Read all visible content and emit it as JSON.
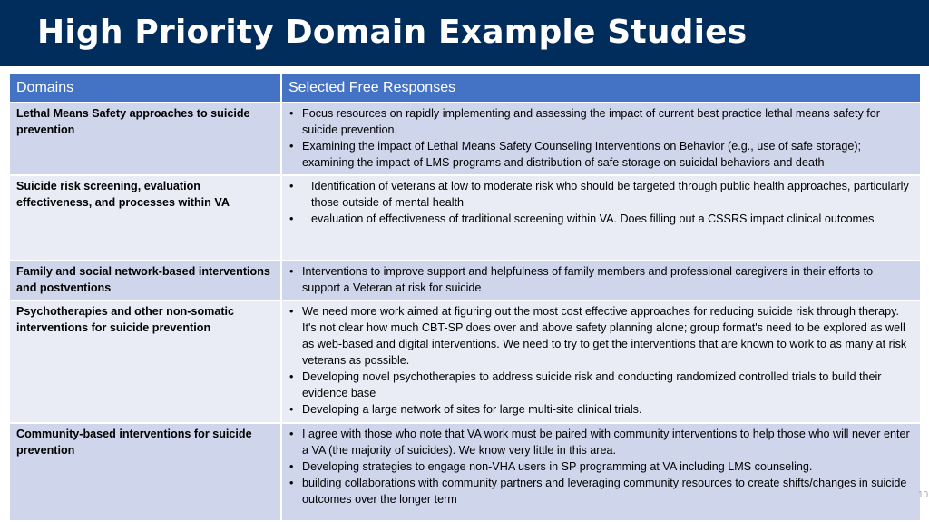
{
  "slide": {
    "title": "High Priority Domain Example Studies",
    "page_number": "10"
  },
  "table": {
    "headers": [
      "Domains",
      "Selected Free Responses"
    ],
    "rows": [
      {
        "domain": "Lethal Means Safety approaches to suicide prevention",
        "responses": [
          "Focus resources on rapidly implementing and assessing the impact of current best practice lethal means safety for suicide prevention.",
          "Examining the impact of Lethal Means Safety Counseling Interventions on Behavior (e.g., use of safe storage); examining the impact of LMS programs and distribution of safe storage on suicidal behaviors and death"
        ]
      },
      {
        "domain": "Suicide risk screening, evaluation effectiveness, and processes within VA",
        "responses": [
          "Identification of veterans at low to moderate risk who should be targeted through public health approaches, particularly those outside of mental health",
          "evaluation of effectiveness of traditional screening within VA. Does filling out a CSSRS impact clinical outcomes"
        ]
      },
      {
        "domain": "Family and social network-based interventions and postventions",
        "responses": [
          "Interventions to improve support and helpfulness of family members and professional caregivers in their efforts to support a Veteran at risk for suicide"
        ]
      },
      {
        "domain": "Psychotherapies and other non-somatic interventions for suicide prevention",
        "responses": [
          "We need more work aimed at figuring out the most cost effective approaches for reducing suicide risk through therapy. It's not clear how much CBT-SP does over and above safety planning alone; group format's need to be explored as well as web-based and digital interventions. We need to try to get the interventions that are known to work to as many at risk veterans as possible.",
          "Developing novel psychotherapies to address suicide risk and conducting randomized controlled trials to build their evidence base",
          "Developing a large network of sites for large multi-site clinical trials."
        ]
      },
      {
        "domain": "Community-based interventions for suicide prevention",
        "responses": [
          "I agree with those who note that VA work must be paired with community interventions to help those who will never enter a VA (the majority of suicides). We know very little in this area.",
          "Developing strategies to engage non-VHA users in SP programming at VA including LMS counseling.",
          "building collaborations with community partners and leveraging community resources to create shifts/changes in suicide outcomes over the longer term"
        ]
      }
    ]
  },
  "colors": {
    "header_bg": "#002d5c",
    "table_header_bg": "#4472c4",
    "row_dark": "#cfd5ea",
    "row_light": "#e9ebf5"
  }
}
